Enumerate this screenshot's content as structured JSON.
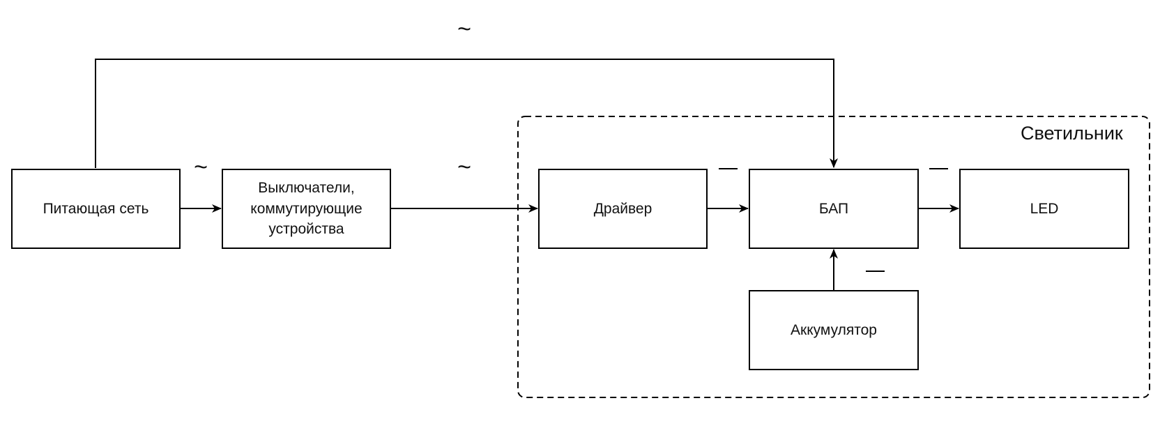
{
  "diagram": {
    "group": {
      "title": "Светильник"
    },
    "nodes": {
      "mains": {
        "label": "Питающая сеть"
      },
      "switches": {
        "label": "Выключатели, коммутирующие устройства"
      },
      "driver": {
        "label": "Драйвер"
      },
      "bap": {
        "label": "БАП"
      },
      "led": {
        "label": "LED"
      },
      "accumulator": {
        "label": "Аккумулятор"
      }
    },
    "edges": [
      {
        "from": "Питающая сеть",
        "to": "Выключатели, коммутирующие устройства",
        "current": "~"
      },
      {
        "from": "Выключатели, коммутирующие устройства",
        "to": "Драйвер",
        "current": "~"
      },
      {
        "from": "Питающая сеть",
        "to": "БАП",
        "current": "~"
      },
      {
        "from": "Драйвер",
        "to": "БАП",
        "current": "DC"
      },
      {
        "from": "БАП",
        "to": "LED",
        "current": "DC"
      },
      {
        "from": "Аккумулятор",
        "to": "БАП",
        "current": "DC"
      }
    ],
    "ac_symbol": "~"
  }
}
